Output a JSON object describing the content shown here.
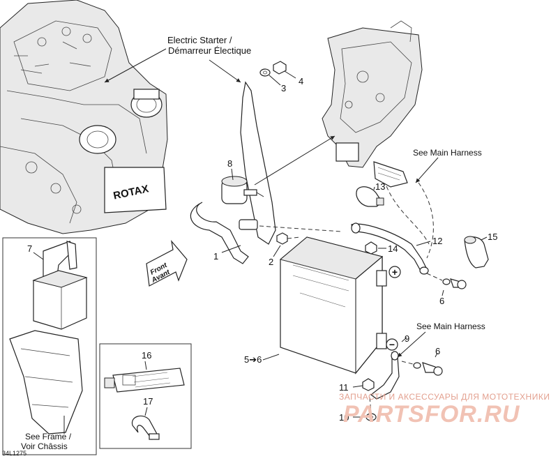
{
  "callouts": {
    "starter_en": "Electric Starter /",
    "starter_fr": "Démarreur Électique",
    "harness_top": "See Main Harness",
    "harness_bottom": "See Main Harness",
    "frame_en": "See Frame /",
    "frame_fr": "Voir Châssis",
    "front_en": "Front",
    "front_fr": "Avant",
    "plus": "+",
    "minus": "−"
  },
  "parts": {
    "p1": "1",
    "p2": "2",
    "p3": "3",
    "p4": "4",
    "p56": "5➔6",
    "p6a": "6",
    "p6b": "6",
    "p7": "7",
    "p8": "8",
    "p9": "9",
    "p10": "10",
    "p11": "11",
    "p12": "12",
    "p13": "13",
    "p14": "14",
    "p15": "15",
    "p16": "16",
    "p17": "17"
  },
  "ref_code": "34L1275",
  "watermark": {
    "top": "ЗАПЧАСТИ И АКСЕССУАРЫ ДЛЯ МОТОТЕХНИКИ",
    "logo": "PARTSFOR.RU"
  }
}
